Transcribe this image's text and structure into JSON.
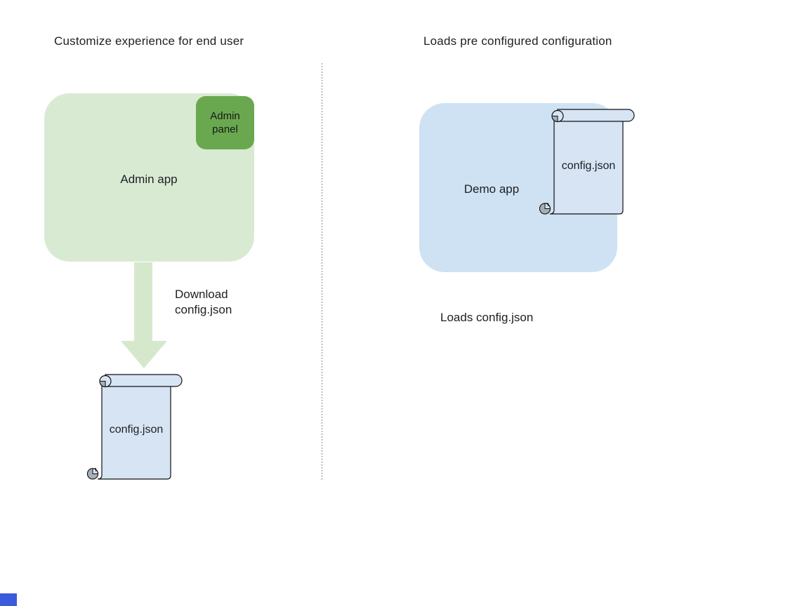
{
  "left_section": {
    "title": "Customize experience for end user",
    "admin_app_label": "Admin app",
    "admin_panel_label": "Admin panel",
    "arrow_label": "Download config.json",
    "config_file_label": "config.json"
  },
  "right_section": {
    "title": "Loads pre configured configuration",
    "demo_app_label": "Demo app",
    "config_file_label": "config.json",
    "caption": "Loads config.json"
  },
  "colors": {
    "admin_app_fill": "#d9ead3",
    "admin_panel_fill": "#6aa84f",
    "arrow_fill": "#d6e8cc",
    "demo_app_fill": "#cfe2f3",
    "scroll_fill": "#d6e4f4",
    "scroll_curl_gray": "#a6afb7",
    "outline": "#111111",
    "divider_gray": "#8c8c8c",
    "corner_square_blue": "#3b5bdb",
    "text": "#202124"
  }
}
